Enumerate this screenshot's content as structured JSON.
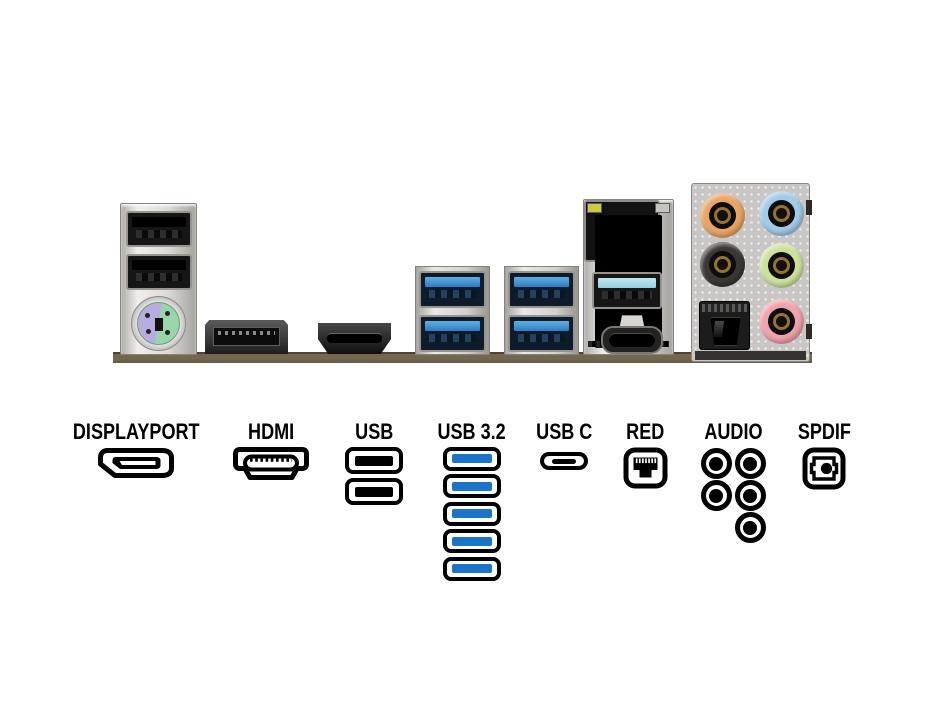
{
  "page": {
    "type": "motherboard-rear-io-diagram",
    "background": "#ffffff"
  },
  "photo": {
    "name": "rear-io-panel-photo",
    "pcb_color": "#6f6150",
    "shroud_color": "#d9d7d4",
    "ports": [
      {
        "name": "usb2-type-a-stack",
        "count": 2,
        "port_color": "#161616"
      },
      {
        "name": "ps2-combo",
        "purple": "#b7addf",
        "green": "#98d6a9"
      },
      {
        "name": "displayport"
      },
      {
        "name": "hdmi"
      },
      {
        "name": "usb3-type-a-stack",
        "count": 4,
        "tongue_color": "#3b8fd0"
      },
      {
        "name": "ethernet-rj45",
        "led_color": "#c9c94a"
      },
      {
        "name": "usb3-gen2-type-a",
        "tongue_color": "#a9dcea"
      },
      {
        "name": "usb-type-c"
      },
      {
        "name": "audio-jack-cluster",
        "count": 5,
        "jack_colors": [
          "#e8a566",
          "#a3cbe8",
          "#2f2d2b",
          "#cfe09e",
          "#efa3ad"
        ]
      },
      {
        "name": "spdif-optical"
      }
    ]
  },
  "legend": {
    "items": [
      {
        "label": "DISPLAYPORT",
        "icon": "displayport-icon",
        "count": 1
      },
      {
        "label": "HDMI",
        "icon": "hdmi-icon",
        "count": 1
      },
      {
        "label": "USB",
        "icon": "usb-a-icon",
        "count": 2,
        "bar_color": "#000000"
      },
      {
        "label": "USB 3.2",
        "icon": "usb-a-icon",
        "count": 5,
        "bar_color": "#1a75c9"
      },
      {
        "label": "USB C",
        "icon": "usb-c-icon",
        "count": 1
      },
      {
        "label": "RED",
        "icon": "ethernet-icon",
        "count": 1
      },
      {
        "label": "AUDIO",
        "icon": "audio-jack-icon",
        "count": 5
      },
      {
        "label": "SPDIF",
        "icon": "spdif-icon",
        "count": 1
      }
    ]
  }
}
